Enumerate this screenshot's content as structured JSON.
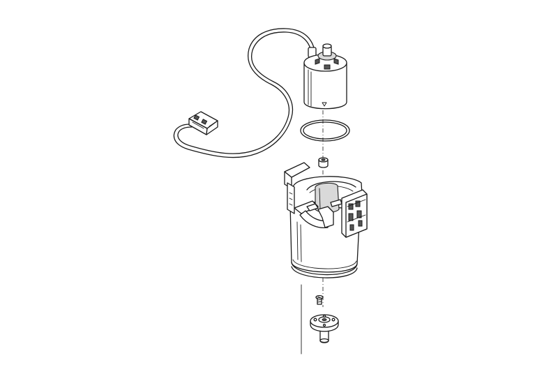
{
  "diagram": {
    "kind": "exploded-assembly-drawing",
    "parts": [
      "cable-with-connector",
      "motor-unit",
      "o-ring",
      "spacer",
      "housing",
      "screw",
      "base-flange"
    ]
  }
}
